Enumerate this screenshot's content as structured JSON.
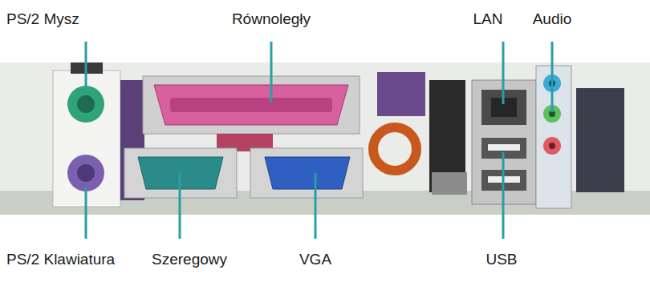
{
  "diagram": {
    "labels": [
      "PS/2 Mysz",
      "Równoległy",
      "LAN",
      "Audio",
      "PS/2 Klawiatura",
      "Szeregowy",
      "VGA",
      "USB"
    ]
  }
}
